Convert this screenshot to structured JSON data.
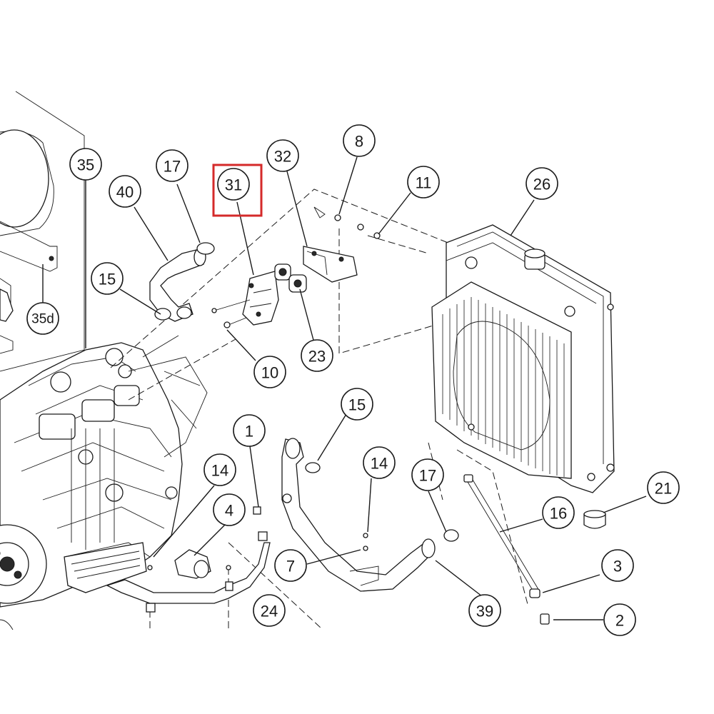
{
  "callouts": [
    {
      "id": "c35",
      "label": "35"
    },
    {
      "id": "c40",
      "label": "40"
    },
    {
      "id": "c17a",
      "label": "17"
    },
    {
      "id": "c31",
      "label": "31"
    },
    {
      "id": "c32",
      "label": "32"
    },
    {
      "id": "c8",
      "label": "8"
    },
    {
      "id": "c11",
      "label": "11"
    },
    {
      "id": "c26",
      "label": "26"
    },
    {
      "id": "c15a",
      "label": "15"
    },
    {
      "id": "c35d",
      "label": "35d"
    },
    {
      "id": "c23",
      "label": "23"
    },
    {
      "id": "c10",
      "label": "10"
    },
    {
      "id": "c15b",
      "label": "15"
    },
    {
      "id": "c1",
      "label": "1"
    },
    {
      "id": "c14a",
      "label": "14"
    },
    {
      "id": "c14b",
      "label": "14"
    },
    {
      "id": "c17b",
      "label": "17"
    },
    {
      "id": "c4",
      "label": "4"
    },
    {
      "id": "c21",
      "label": "21"
    },
    {
      "id": "c16",
      "label": "16"
    },
    {
      "id": "c7",
      "label": "7"
    },
    {
      "id": "c3",
      "label": "3"
    },
    {
      "id": "c24",
      "label": "24"
    },
    {
      "id": "c39",
      "label": "39"
    },
    {
      "id": "c2",
      "label": "2"
    }
  ],
  "highlight": {
    "label": "31",
    "color": "#d42a2a"
  },
  "colors": {
    "line": "#1a1a1a",
    "background": "#ffffff",
    "highlight": "#d42a2a"
  }
}
